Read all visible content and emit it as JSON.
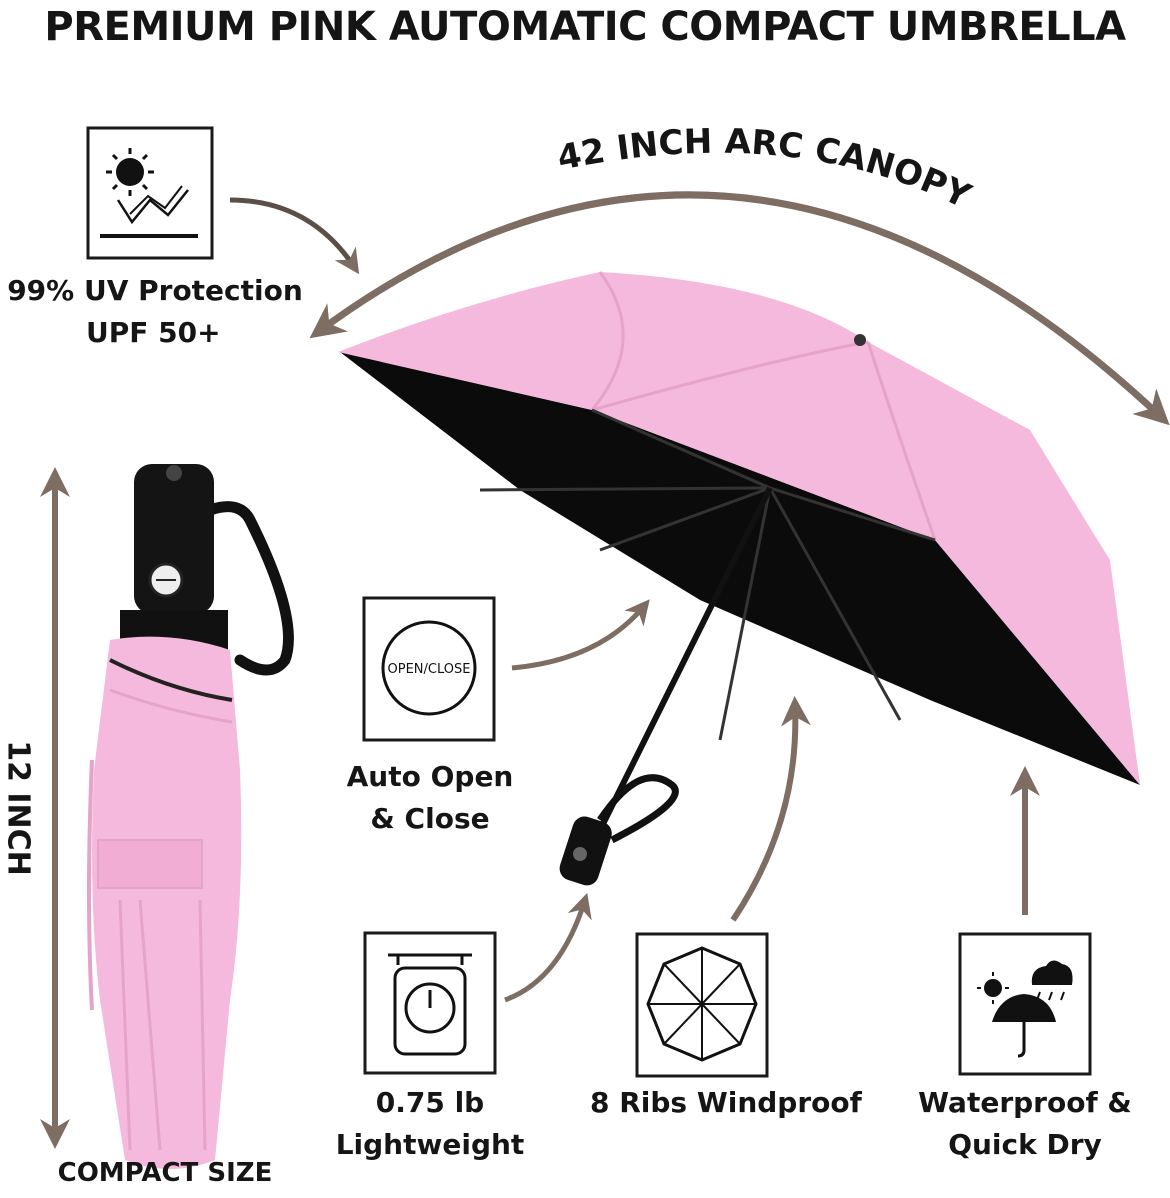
{
  "title": "PREMIUM PINK AUTOMATIC COMPACT UMBRELLA",
  "arc_label": "42 INCH ARC CANOPY",
  "height_label": "12 INCH",
  "compact_label": "COMPACT SIZE",
  "colors": {
    "canopy_pink": "#f4b9dc",
    "canopy_inner": "#0b0b0b",
    "arrow": "#7d6d63",
    "text": "#151515"
  },
  "features": {
    "uv": {
      "line1": "99% UV Protection",
      "line2": "UPF 50+",
      "icon": "sun-uv-icon"
    },
    "auto": {
      "line1": "Auto Open",
      "line2": "& Close",
      "icon_text": "OPEN/CLOSE",
      "icon": "open-close-button-icon"
    },
    "weight": {
      "line1": "0.75 lb",
      "line2": "Lightweight",
      "icon": "scale-icon"
    },
    "ribs": {
      "line1": "8 Ribs Windproof",
      "icon": "umbrella-ribs-icon"
    },
    "waterproof": {
      "line1": "Waterproof &",
      "line2": "Quick Dry",
      "icon": "weather-umbrella-icon"
    }
  }
}
